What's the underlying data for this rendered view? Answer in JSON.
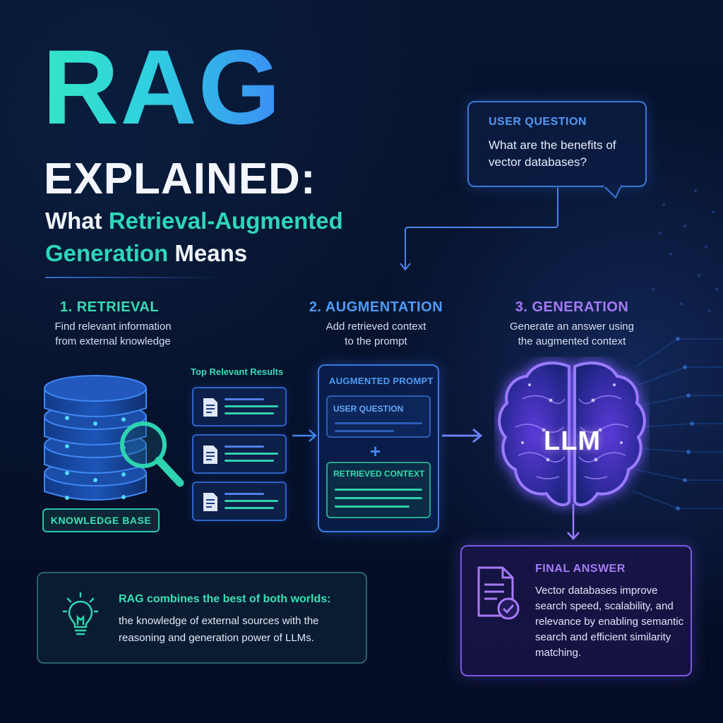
{
  "title": {
    "main": "RAG",
    "second": "EXPLAINED:",
    "sub_part1": "What ",
    "sub_accent1": "Retrieval-Augmented",
    "sub_accent2": "Generation",
    "sub_part2": " Means"
  },
  "user_question": {
    "label": "USER QUESTION",
    "text": "What are the benefits of vector databases?"
  },
  "steps": [
    {
      "title": "1. RETRIEVAL",
      "desc_line1": "Find relevant information",
      "desc_line2": "from external knowledge",
      "color": "#36dcb2"
    },
    {
      "title": "2. AUGMENTATION",
      "desc_line1": "Add retrieved context",
      "desc_line2": "to the prompt",
      "color": "#4f9bf5"
    },
    {
      "title": "3. GENERATION",
      "desc_line1": "Generate an answer using",
      "desc_line2": "the augmented context",
      "color": "#a47af5"
    }
  ],
  "retrieval": {
    "knowledge_base_label": "KNOWLEDGE BASE",
    "results_label": "Top Relevant Results"
  },
  "augmented_prompt": {
    "title": "AUGMENTED PROMPT",
    "user_question_label": "USER QUESTION",
    "plus": "+",
    "retrieved_context_label": "RETRIEVED CONTEXT"
  },
  "llm": {
    "label": "LLM"
  },
  "final_answer": {
    "title": "FINAL ANSWER",
    "text": "Vector databases improve search speed, scalability, and relevance by enabling semantic search and efficient similarity matching."
  },
  "info": {
    "head": "RAG combines the best of both worlds:",
    "text": "the knowledge of external sources with the reasoning and generation power of LLMs."
  },
  "colors": {
    "teal": "#36dcb2",
    "blue": "#4f9bf5",
    "purple": "#a47af5",
    "background": "#061029"
  }
}
